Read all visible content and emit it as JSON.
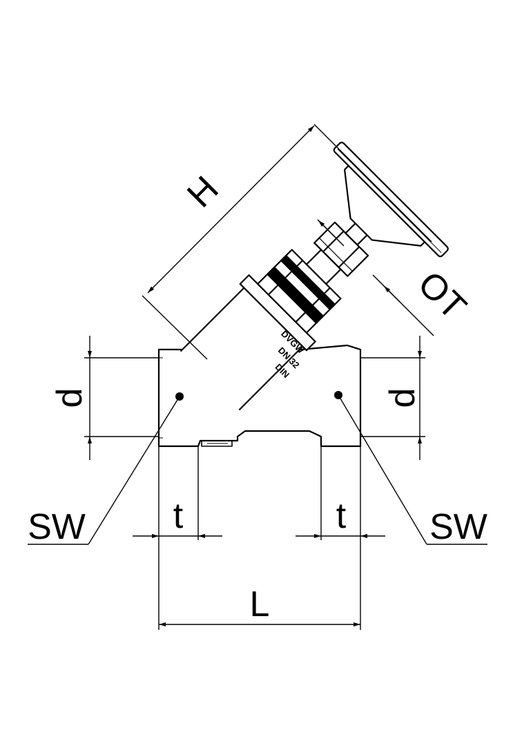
{
  "dimensions": {
    "height": "H",
    "outer_thread": "OT",
    "diameter_left": "d",
    "diameter_right": "d",
    "wrench_size_left": "SW",
    "wrench_size_right": "SW",
    "thread_length_left": "t",
    "thread_length_right": "t",
    "length": "L"
  },
  "body_markings": {
    "line1": "DVGW",
    "line2": "DN 32",
    "line3": "DIN"
  },
  "colors": {
    "line": "#000000",
    "background": "#ffffff"
  }
}
